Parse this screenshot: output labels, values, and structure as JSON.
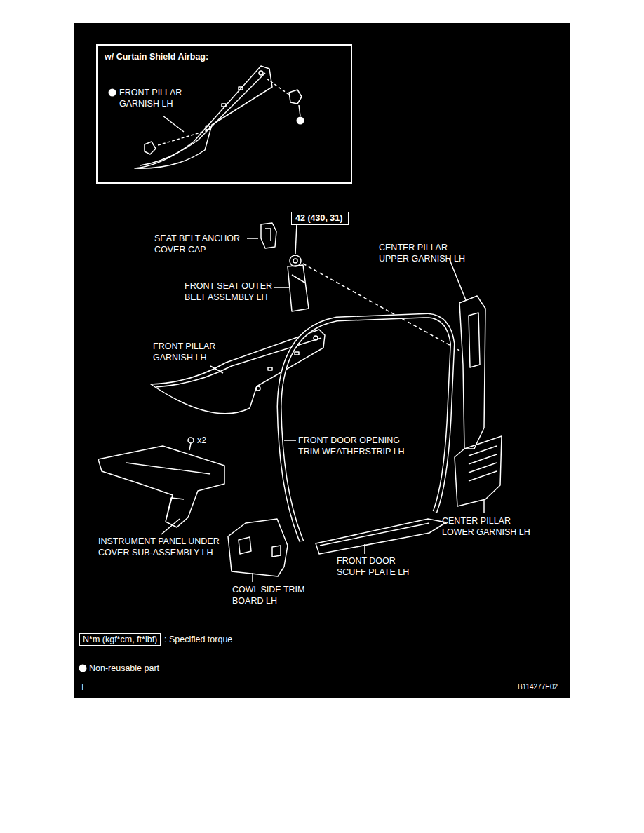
{
  "diagram": {
    "nodes": [
      {
        "text": [
          "w/ Curtain Shield Airbag:"
        ]
      },
      {
        "text": [
          "42 (430, 31)"
        ]
      }
    ],
    "labels": [
      "FRONT PILLAR GARNISH LH",
      "SEAT BELT ANCHOR COVER CAP",
      "FRONT SEAT OUTER BELT ASSEMBLY LH",
      "CENTER PILLAR UPPER GARNISH LH",
      "FRONT PILLAR GARNISH LH",
      "x2",
      "FRONT DOOR OPENING TRIM WEATHERSTRIP LH",
      "INSTRUMENT PANEL UNDER COVER SUB-ASSEMBLY LH",
      "COWL SIDE TRIM BOARD LH",
      "FRONT DOOR SCUFF PLATE LH",
      "CENTER PILLAR LOWER GARNISH LH",
      "N*m (kgf*cm, ft*lbf)",
      "T",
      "B114277E02"
    ],
    "legend": [
      {
        "text": ": Specified torque"
      },
      {
        "text": "Non-reusable part"
      }
    ]
  }
}
